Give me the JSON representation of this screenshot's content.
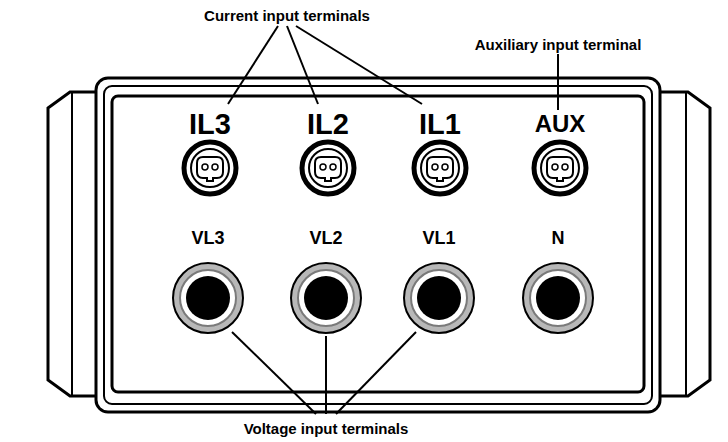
{
  "diagram": {
    "labels": [
      "Current input terminals",
      "Auxiliary input terminal",
      "IL3",
      "IL2",
      "IL1",
      "AUX",
      "VL3",
      "VL2",
      "VL1",
      "N",
      "Voltage input terminals"
    ]
  }
}
